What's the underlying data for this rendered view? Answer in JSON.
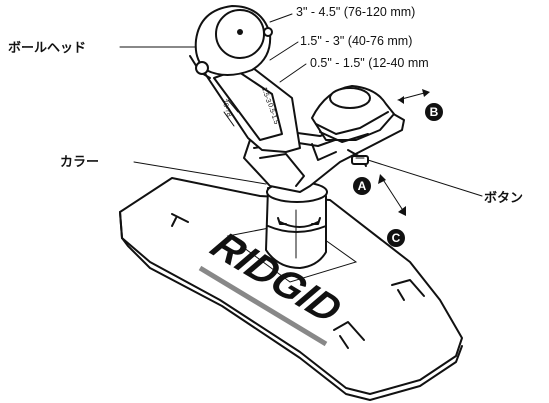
{
  "labels": {
    "ball_head": "ボールヘッド",
    "collar": "カラー",
    "button": "ボタン"
  },
  "dimensions": {
    "large": "3\" - 4.5\" (76-120 mm)",
    "medium": "1.5\" - 3\" (40-76 mm)",
    "small": "0.5\" - 1.5\" (12-40 mm"
  },
  "badges": {
    "a": "A",
    "b": "B",
    "c": "C"
  },
  "brand": {
    "logo": "RIDGID"
  }
}
